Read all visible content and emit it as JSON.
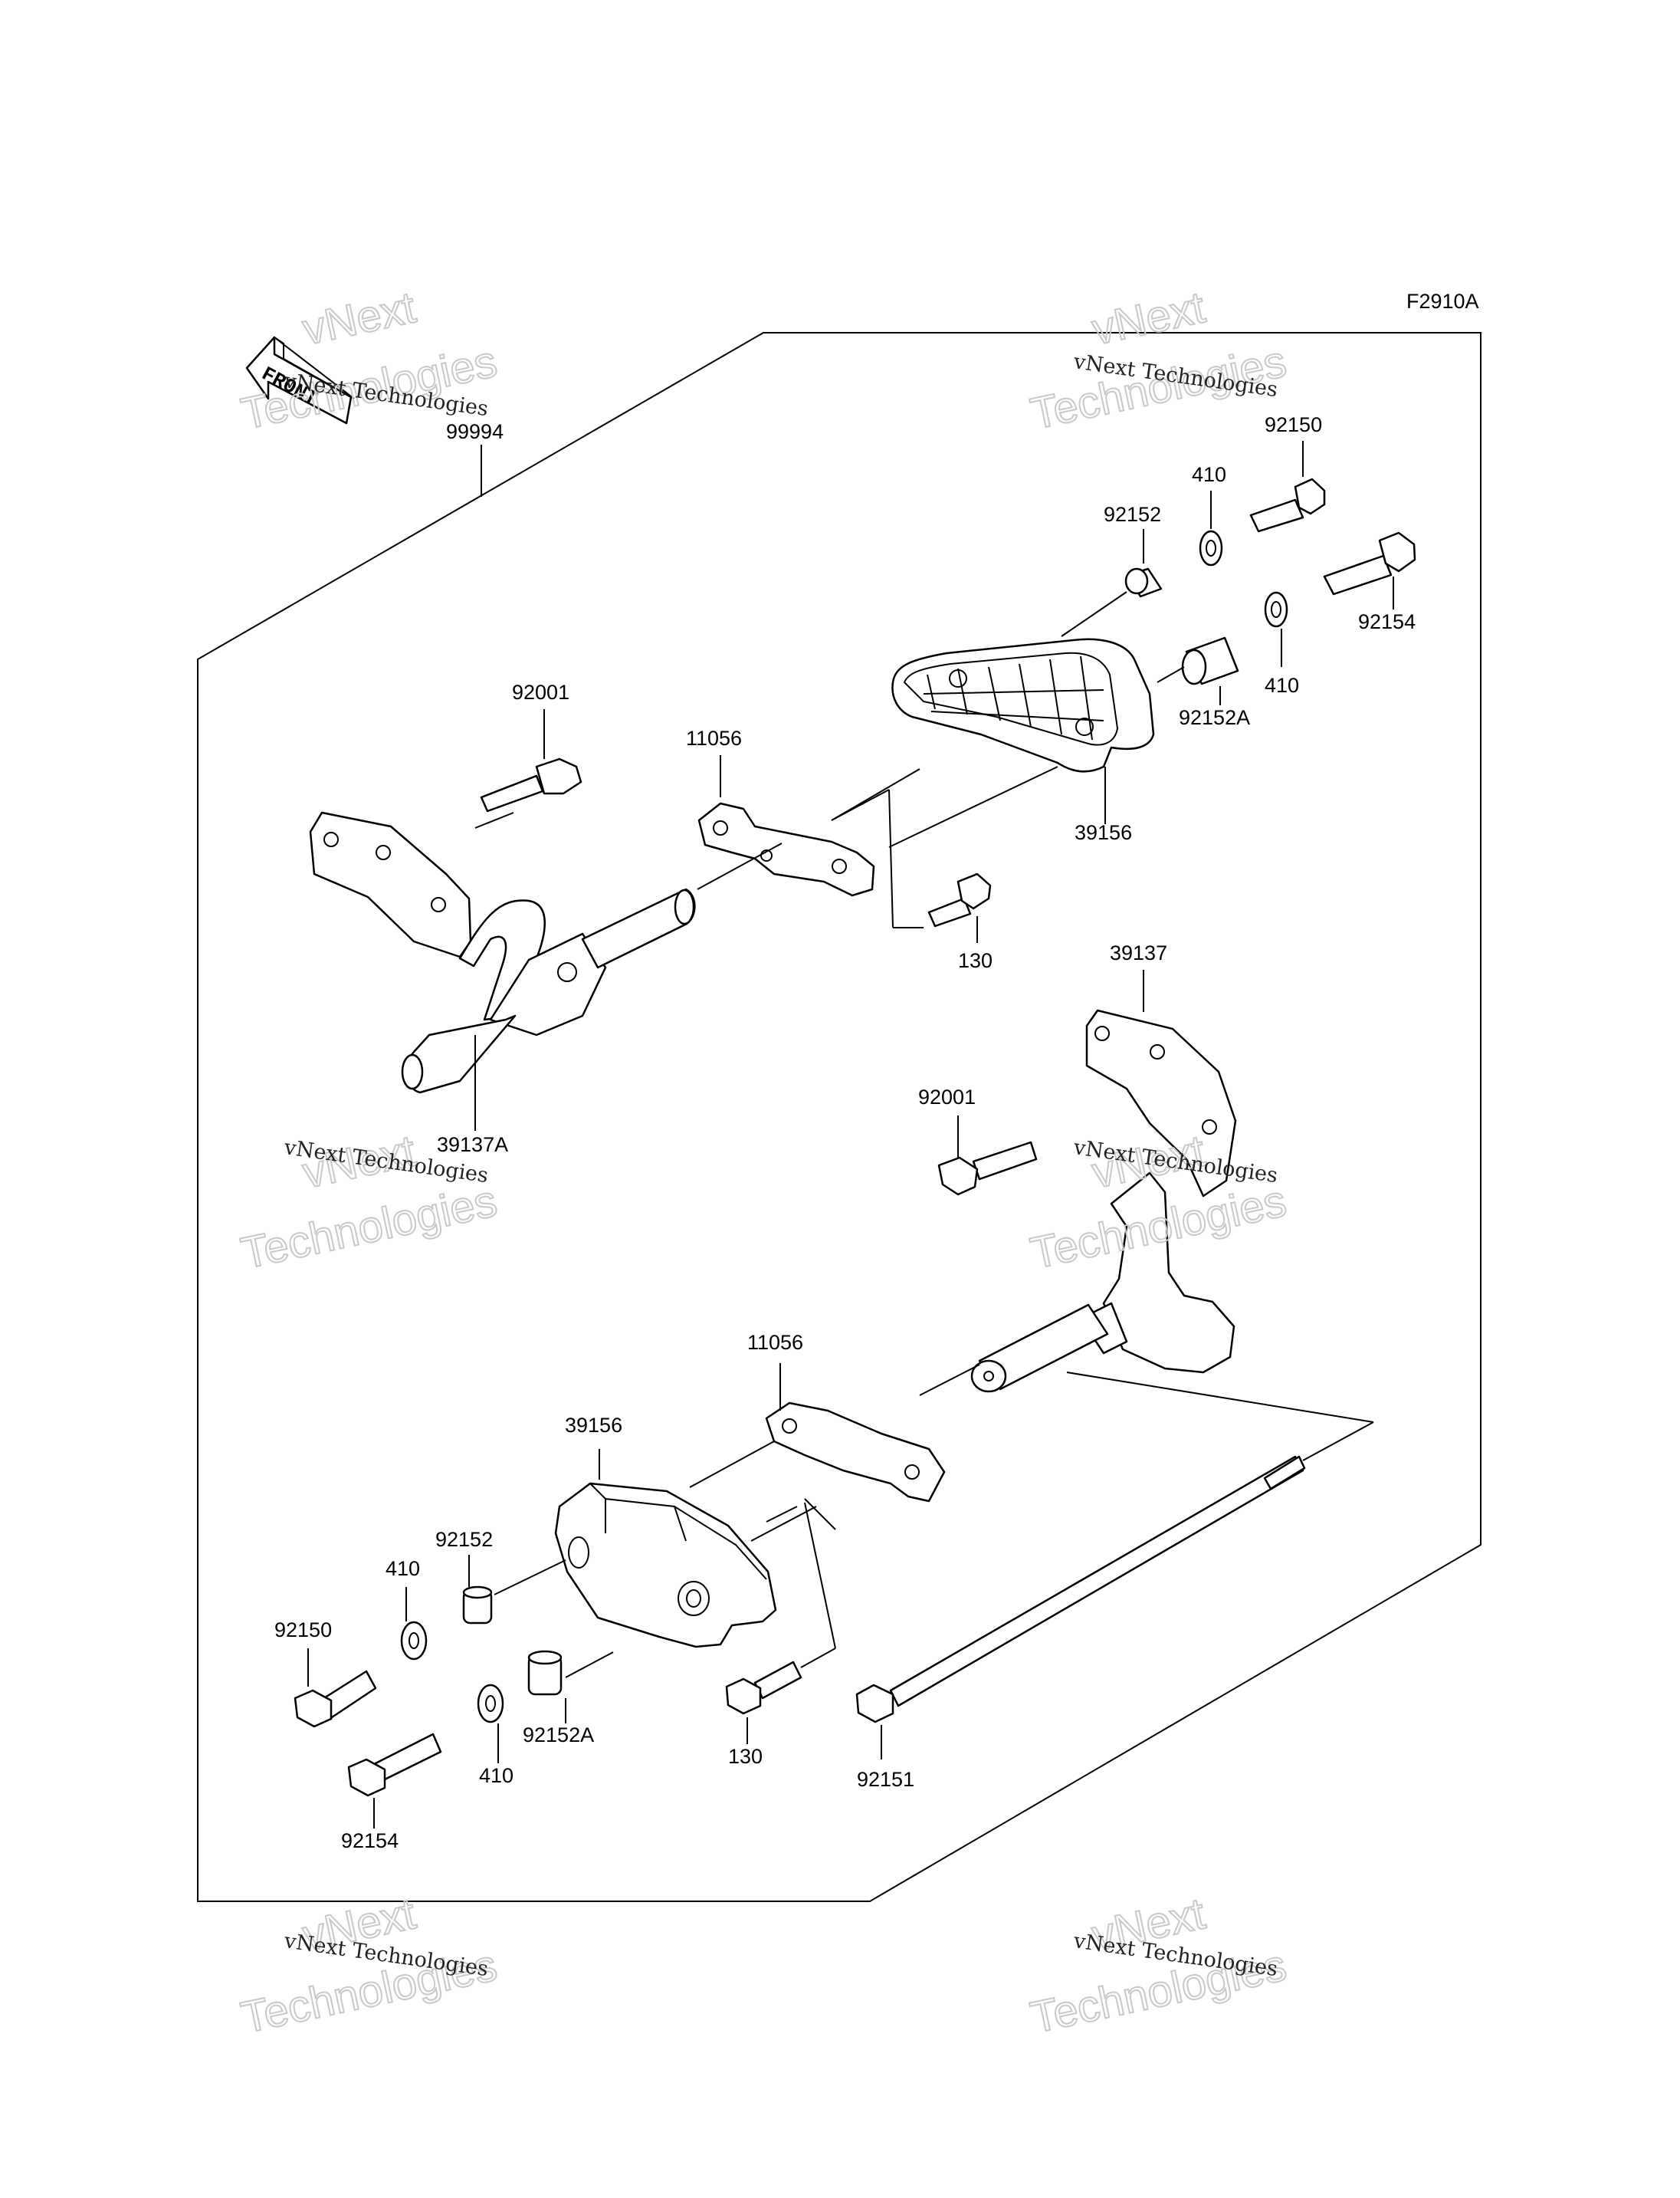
{
  "figure_code": "F2910A",
  "front_arrow_label": "FRONT",
  "kit_label": "99994",
  "watermarks": {
    "line1": "vNext Technologies",
    "big1": "vNext",
    "big2": "Technologies"
  },
  "upper_assembly": {
    "bolt_a": "92150",
    "washer_a": "410",
    "collar_a": "92152",
    "bolt_b": "92154",
    "washer_b": "410",
    "collar_b": "92152A",
    "slider": "39156",
    "bracket": "11056",
    "bracket_bolt": "92001",
    "stay": "39137A",
    "screw": "130"
  },
  "lower_assembly": {
    "stay": "39137",
    "stay_bolt": "92001",
    "bracket": "11056",
    "slider": "39156",
    "collar_a": "92152",
    "washer_a": "410",
    "bolt_a": "92150",
    "washer_b": "410",
    "collar_b": "92152A",
    "bolt_b": "92154",
    "screw": "130",
    "through_bolt": "92151"
  }
}
